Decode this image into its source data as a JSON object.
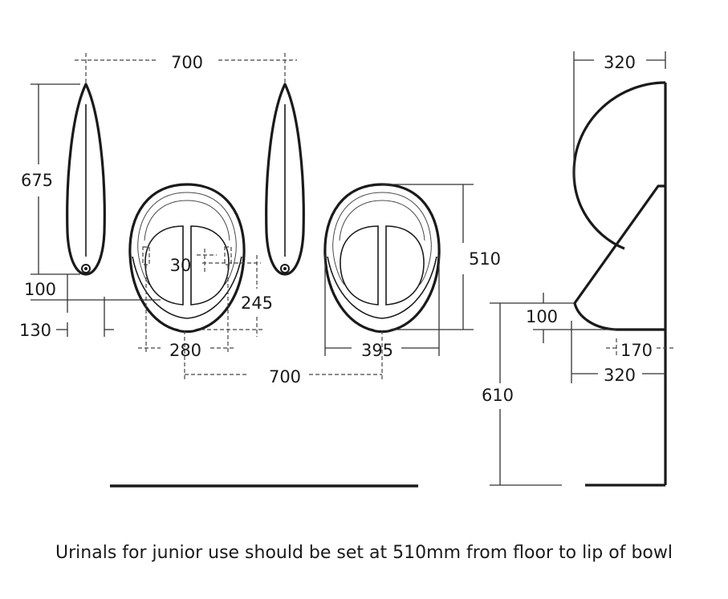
{
  "dimensions": {
    "top_spacing": "700",
    "side_depth_top": "320",
    "height_overall": "675",
    "bowl_height": "510",
    "waste_inset": "30",
    "waste_height": "245",
    "waste_offset_side": "100",
    "side_projection": "130",
    "waste_centres": "280",
    "bowl_width": "395",
    "bottom_spacing": "700",
    "lip_offset": "100",
    "waste_projection": "170",
    "side_depth_bottom": "320",
    "floor_to_lip": "610"
  },
  "caption": "Urinals for junior use should be set at 510mm from floor to lip of bowl"
}
